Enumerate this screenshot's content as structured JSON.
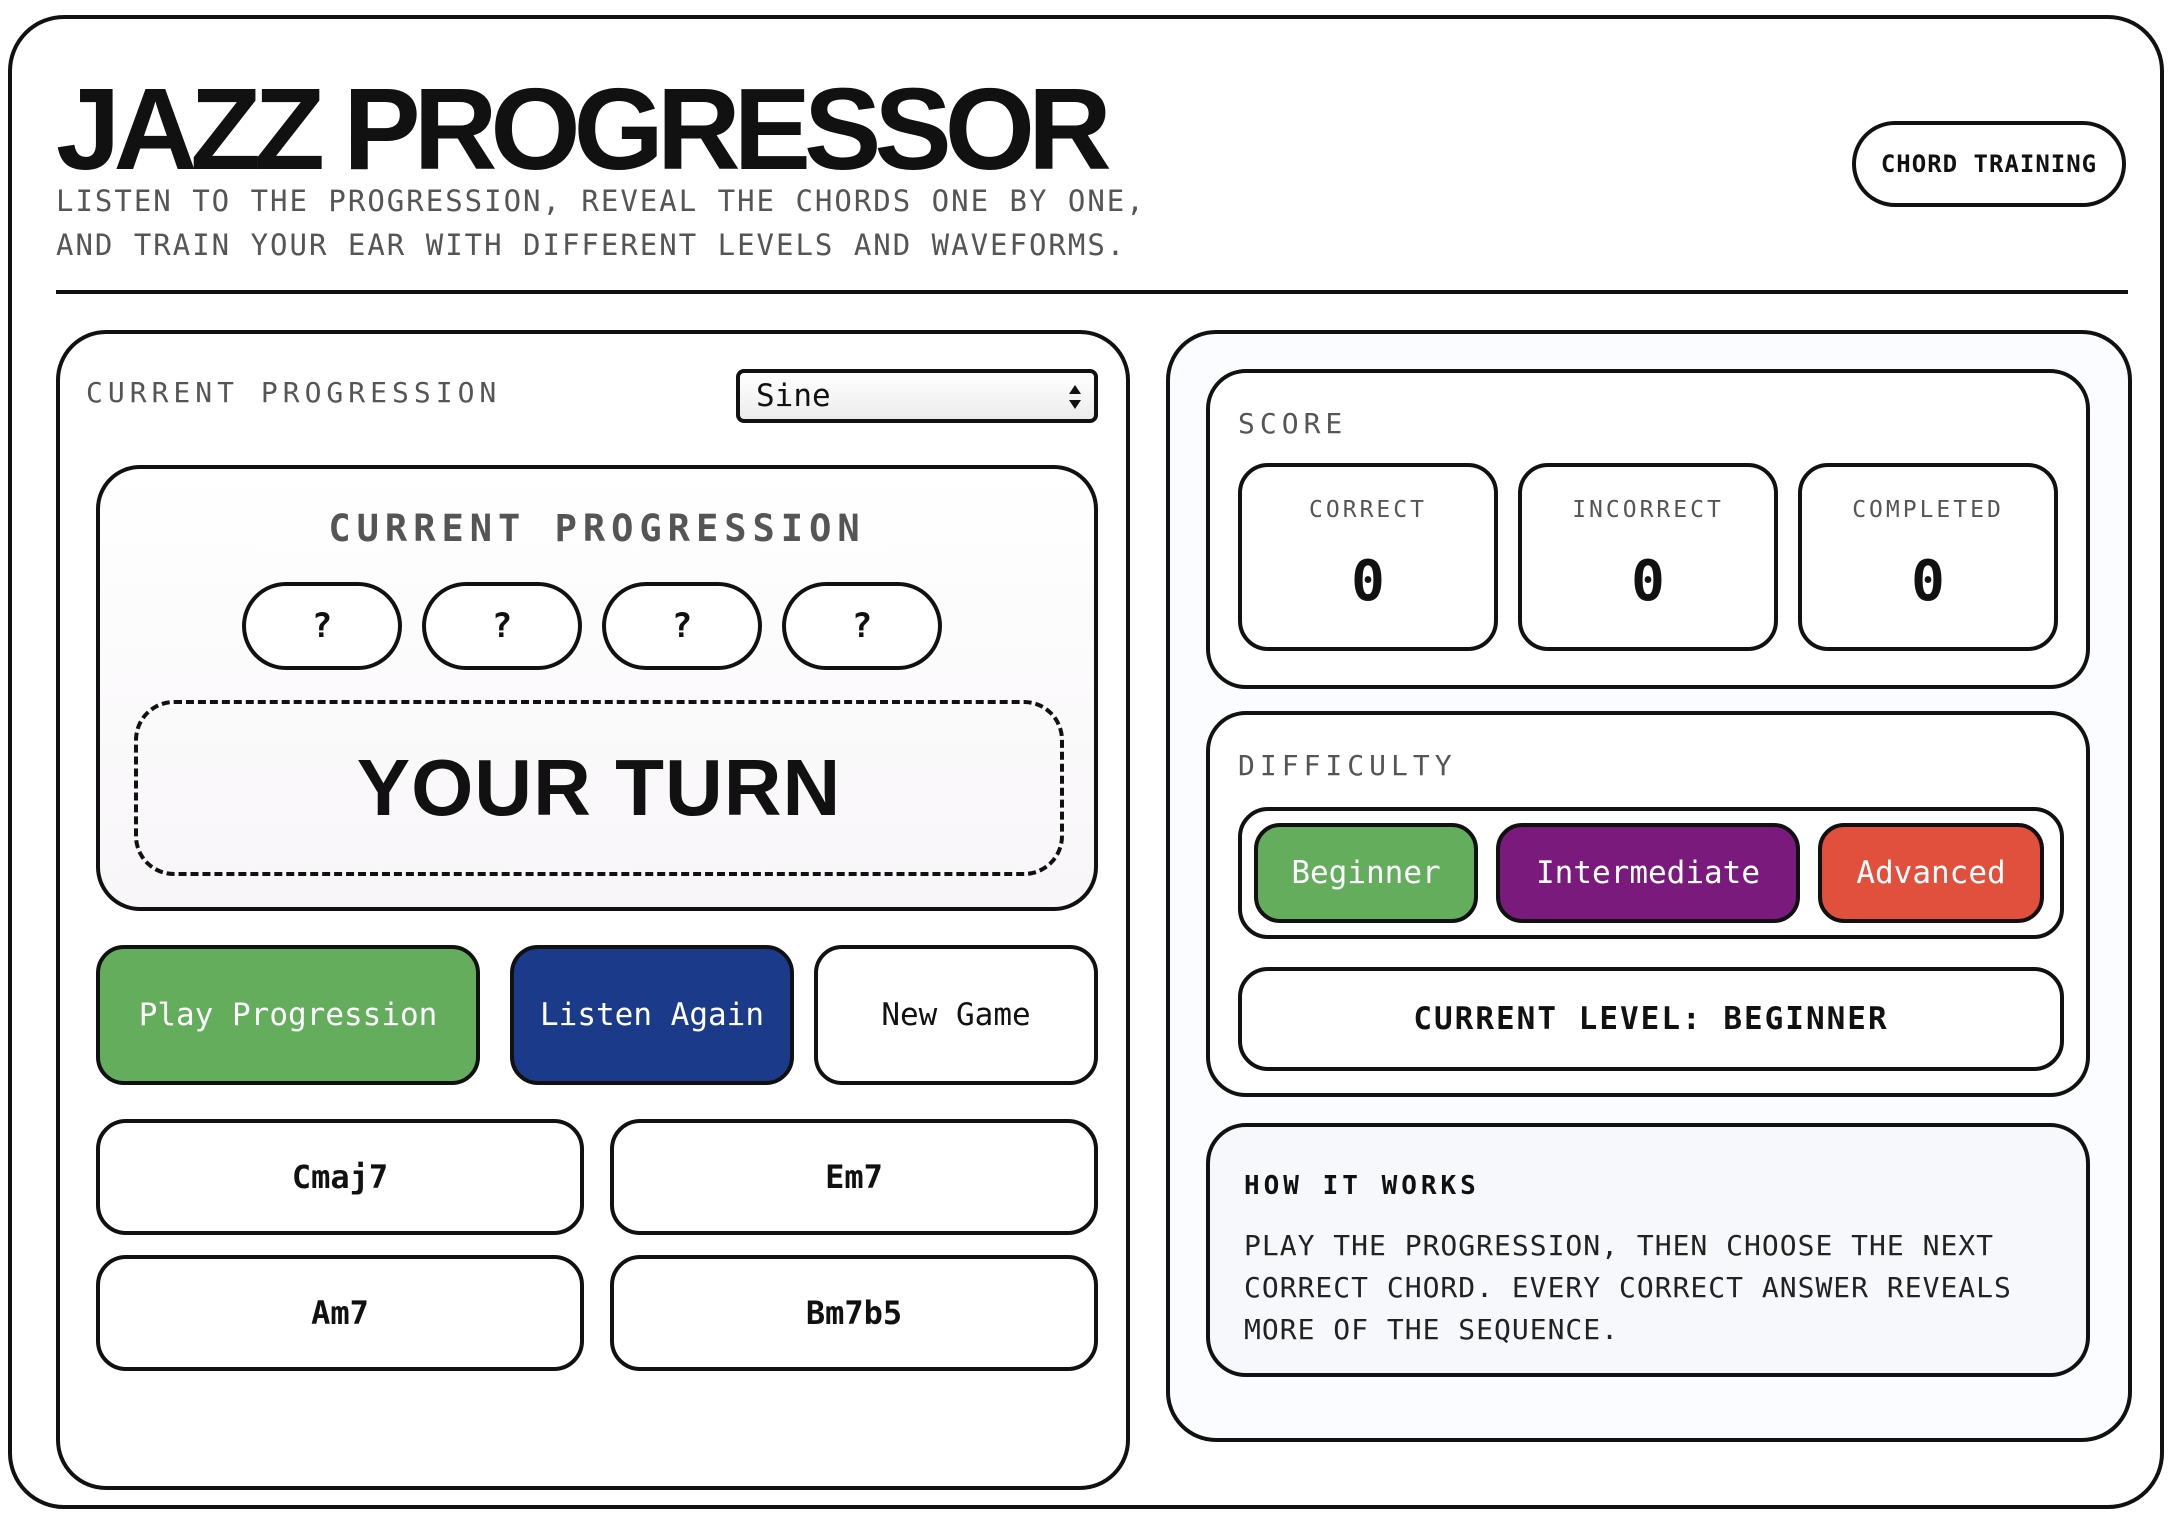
{
  "header": {
    "title": "JAZZ PROGRESSOR",
    "subtitle": "LISTEN TO THE PROGRESSION, REVEAL THE CHORDS ONE BY ONE, AND TRAIN YOUR EAR WITH DIFFERENT LEVELS AND WAVEFORMS.",
    "mode_chip": "CHORD TRAINING"
  },
  "left": {
    "section_label": "CURRENT PROGRESSION",
    "waveform": {
      "selected": "Sine",
      "arrows_icon": "select-arrows-icon"
    },
    "progression_card": {
      "title": "CURRENT PROGRESSION",
      "slots": [
        "?",
        "?",
        "?",
        "?"
      ],
      "turn_text": "YOUR TURN"
    },
    "controls": {
      "play": "Play Progression",
      "listen": "Listen Again",
      "new_game": "New Game"
    },
    "chords": [
      "Cmaj7",
      "Em7",
      "Am7",
      "Bm7b5"
    ]
  },
  "right": {
    "score": {
      "label": "SCORE",
      "stats": [
        {
          "label": "CORRECT",
          "value": "0"
        },
        {
          "label": "INCORRECT",
          "value": "0"
        },
        {
          "label": "COMPLETED",
          "value": "0"
        }
      ]
    },
    "difficulty": {
      "label": "DIFFICULTY",
      "levels": [
        {
          "label": "Beginner",
          "color": "#63ad5c"
        },
        {
          "label": "Intermediate",
          "color": "#7b1a7d"
        },
        {
          "label": "Advanced",
          "color": "#e14f3d"
        }
      ],
      "current_level": "CURRENT LEVEL: BEGINNER"
    },
    "how_it_works": {
      "title": "HOW IT WORKS",
      "body": "PLAY THE PROGRESSION, THEN CHOOSE THE NEXT CORRECT CHORD. EVERY CORRECT ANSWER REVEALS MORE OF THE SEQUENCE."
    }
  },
  "colors": {
    "play": "#63ad5c",
    "listen": "#1b3a8a"
  }
}
